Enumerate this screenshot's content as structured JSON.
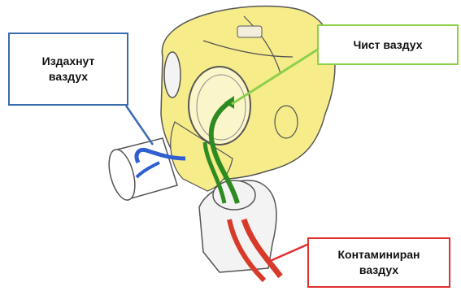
{
  "labels": {
    "exhaled_air": "Издахнут\nваздух",
    "clean_air": "Чист ваздух",
    "contaminated_air": "Контаминиран\nваздух"
  },
  "colors": {
    "exhaled": "#3a6cb0",
    "clean": "#8cd04a",
    "contaminated": "#e03030",
    "flow_green": "#2e8b22",
    "flow_blue": "#2f5fd0",
    "flow_red": "#d83a2a",
    "hood": "#f6ec8a"
  }
}
